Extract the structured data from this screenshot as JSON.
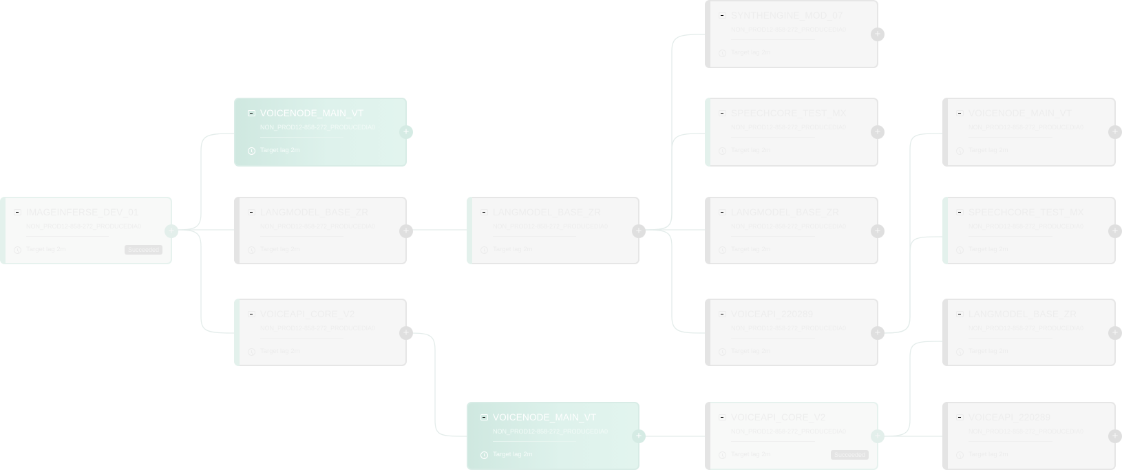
{
  "colors": {
    "accent": "#d8eee6",
    "card_bg": "#f6f6f6",
    "edge": "#e3eeeb"
  },
  "nodes": [
    {
      "id": "n0",
      "title": "IMAGEINFERSE_DEV_01",
      "subtitle": "NON_PROD12-858-272_PRODUCEDIA0",
      "lag": "Target lag 2m",
      "badge": "Succeeded",
      "icon": "folder-icon"
    },
    {
      "id": "n1",
      "title": "VOICENODE_MAIN_VT",
      "subtitle": "NON_PROD12-858-272_PRODUCEDIA0",
      "lag": "Target lag 2m",
      "icon": "folder-icon"
    },
    {
      "id": "n2",
      "title": "LANGMODEL_BASE_ZR",
      "subtitle": "NON_PROD12-858-272_PRODUCEDIA0",
      "lag": "Target lag 2m",
      "icon": "folder-icon"
    },
    {
      "id": "n3",
      "title": "VOICEAPI_CORE_V2",
      "subtitle": "NON_PROD12-858-272_PRODUCEDIA0",
      "lag": "Target lag 2m",
      "icon": "folder-icon"
    },
    {
      "id": "n4",
      "title": "LANGMODEL_BASE_ZR",
      "subtitle": "NON_PROD12-858-272_PRODUCEDIA0",
      "lag": "Target lag 2m",
      "icon": "folder-icon"
    },
    {
      "id": "n5",
      "title": "VOICENODE_MAIN_VT",
      "subtitle": "NON_PROD12-858-272_PRODUCEDIA0",
      "lag": "Target lag 2m",
      "icon": "folder-icon"
    },
    {
      "id": "n6",
      "title": "SYNTHENGINE_MOD_07",
      "subtitle": "NON_PROD12-858-272_PRODUCEDIA0",
      "lag": "Target lag 2m",
      "icon": "folder-icon"
    },
    {
      "id": "n7",
      "title": "SPEECHCORE_TEST_MX",
      "subtitle": "NON_PROD12-858-272_PRODUCEDIA0",
      "lag": "Target lag 2m",
      "icon": "folder-icon"
    },
    {
      "id": "n8",
      "title": "LANGMODEL_BASE_ZR",
      "subtitle": "NON_PROD12-858-272_PRODUCEDIA0",
      "lag": "Target lag 2m",
      "icon": "folder-icon"
    },
    {
      "id": "n9",
      "title": "VOICEAPI_220289",
      "subtitle": "NON_PROD12-858-272_PRODUCEDIA0",
      "lag": "Target lag 2m",
      "icon": "folder-icon"
    },
    {
      "id": "n10",
      "title": "VOICEAPI_CORE_V2",
      "subtitle": "NON_PROD12-858-272_PRODUCEDIA0",
      "lag": "Target lag 2m",
      "badge": "Succeeded",
      "icon": "folder-icon"
    },
    {
      "id": "n11",
      "title": "VOICENODE_MAIN_VT",
      "subtitle": "NON_PROD12-858-272_PRODUCEDIA0",
      "lag": "Target lag 2m",
      "icon": "folder-icon"
    },
    {
      "id": "n12",
      "title": "SPEECHCORE_TEST_MX",
      "subtitle": "NON_PROD12-858-272_PRODUCEDIA0",
      "lag": "Target lag 2m",
      "icon": "folder-icon"
    },
    {
      "id": "n13",
      "title": "LANGMODEL_BASE_ZR",
      "subtitle": "NON_PROD12-858-272_PRODUCEDIA0",
      "lag": "Target lag 2m",
      "icon": "folder-icon"
    },
    {
      "id": "n14",
      "title": "VOICEAPI_220289",
      "subtitle": "NON_PROD12-858-272_PRODUCEDIA0",
      "lag": "Target lag 2m",
      "icon": "folder-icon"
    }
  ],
  "add_button_glyph": "+"
}
